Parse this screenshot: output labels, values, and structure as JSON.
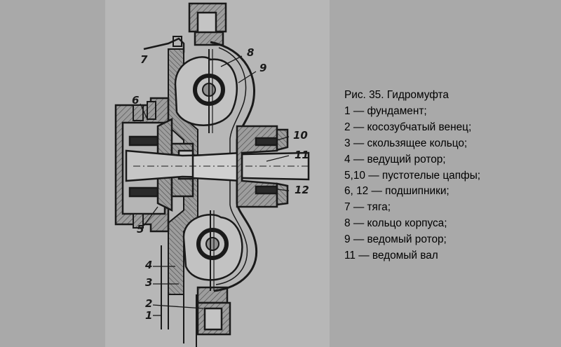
{
  "caption": {
    "title": "Рис. 35. Гидромуфта",
    "items": [
      "1 — фундамент;",
      "2 — косозубчатый венец;",
      "3 — скользящее кольцо;",
      "4 — ведущий ротор;",
      "5,10 — пустотелые цапфы;",
      "6, 12 — подшипники;",
      "7 — тяга;",
      "8 — кольцо корпуса;",
      "9 — ведомый ротор;",
      "11 — ведомый вал"
    ]
  },
  "callouts": [
    "1",
    "2",
    "3",
    "4",
    "5",
    "6",
    "7",
    "8",
    "9",
    "10",
    "11",
    "12"
  ],
  "colors": {
    "background": "#a9a9a9",
    "paper": "#bdbdbd",
    "ink": "#1a1a1a",
    "hatch": "#555555"
  }
}
